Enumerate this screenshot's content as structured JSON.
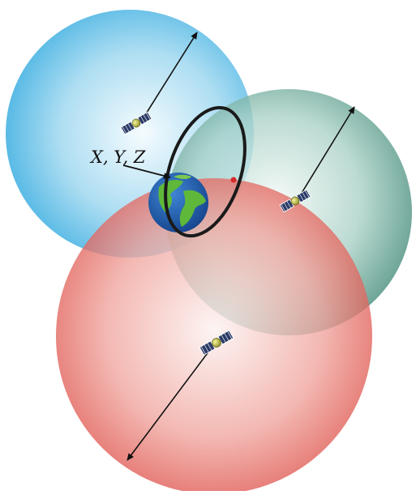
{
  "labels": {
    "coordinates": "X, Y, Z"
  },
  "spheres": [
    {
      "name": "blue-range-sphere",
      "center_color": "#f2fafd",
      "edge_color": "#3aaee0"
    },
    {
      "name": "teal-range-sphere",
      "center_color": "#eef6f3",
      "edge_color": "#2f7d6a"
    },
    {
      "name": "red-range-sphere",
      "center_color": "#fbf0ee",
      "edge_color": "#d93a33"
    }
  ],
  "colors": {
    "earth_ocean": "#1f5fb4",
    "earth_land": "#5fb83a",
    "orbit": "#1a1a1a",
    "orbit_point": "#d42b2b",
    "arrow": "#111111"
  },
  "icons": [
    "satellite-icon",
    "earth-icon",
    "orbit-ring"
  ]
}
